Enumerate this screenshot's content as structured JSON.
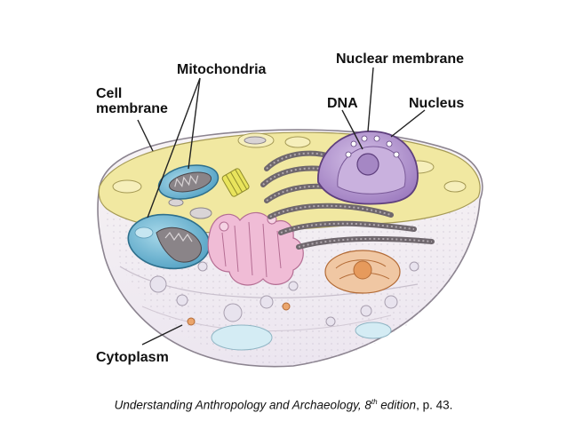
{
  "labels": {
    "cell_membrane_line1": "Cell",
    "cell_membrane_line2": "membrane",
    "mitochondria": "Mitochondria",
    "nuclear_membrane": "Nuclear membrane",
    "dna": "DNA",
    "nucleus": "Nucleus",
    "cytoplasm": "Cytoplasm"
  },
  "caption": {
    "title_part": "Understanding Anthropology and Archaeology, 8",
    "superscript": "th",
    "title_rest": " edition",
    "page": ", p. 43."
  },
  "colors": {
    "cytoplasm_top": "#f2e9a0",
    "cell_bowl": "#f4f1f6",
    "mitochondria": "#6fb7d4",
    "nucleus": "#b79ad0",
    "golgi": "#e9b0cf",
    "er": "#8a7f86",
    "vesicle": "#e6a16a"
  }
}
